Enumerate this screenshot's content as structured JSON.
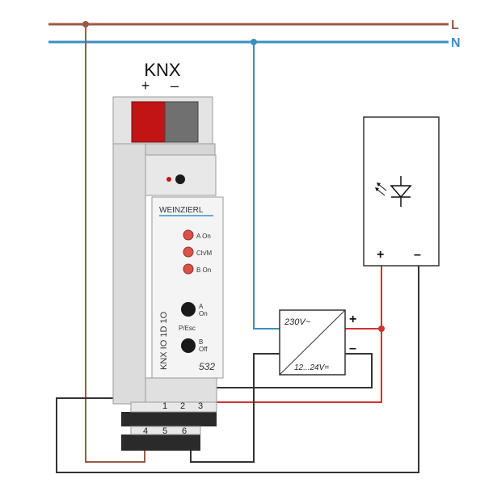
{
  "rails": {
    "L": {
      "label": "L",
      "color": "#9a5a45"
    },
    "N": {
      "label": "N",
      "color": "#3a8fc1"
    }
  },
  "bus": {
    "title": "KNX",
    "plus": "+",
    "minus": "–",
    "plus_color": "#c21414",
    "minus_color": "#707070"
  },
  "device": {
    "brand": "WEINZIERL",
    "model": "KNX IO 1D 1O",
    "number": "532",
    "leds": [
      {
        "label": "A On",
        "color": "#d9534a"
      },
      {
        "label": "Ch/M",
        "color": "#d9534a"
      },
      {
        "label": "B On",
        "color": "#d9534a"
      }
    ],
    "buttons": {
      "a_label_line1": "A",
      "a_label_line2": "On",
      "mid_label": "P/Esc",
      "b_label_line1": "B",
      "b_label_line2": "Off"
    },
    "terminals_top": [
      "1",
      "2",
      "3"
    ],
    "terminals_bottom": [
      "4",
      "5",
      "6"
    ]
  },
  "power_supply": {
    "input": "230V~",
    "output": "12...24V=",
    "plus": "+",
    "minus": "–"
  },
  "led_load": {
    "plus": "+",
    "minus": "–",
    "icon": "led-diode-icon"
  },
  "wire_colors": {
    "line": "#9a5a45",
    "neutral": "#3a8fc1",
    "positive": "#d23232",
    "negative": "#333333"
  }
}
